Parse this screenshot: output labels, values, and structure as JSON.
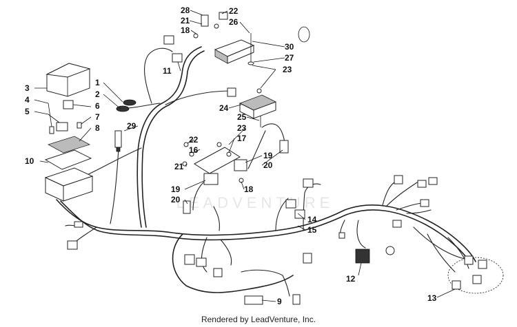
{
  "diagram": {
    "watermark": "LEADVENTURE",
    "footer": "Rendered by LeadVenture, Inc.",
    "callouts": [
      "1",
      "2",
      "3",
      "4",
      "5",
      "6",
      "7",
      "8",
      "9",
      "10",
      "11",
      "12",
      "13",
      "14",
      "15",
      "16",
      "17",
      "18",
      "18",
      "19",
      "19",
      "20",
      "20",
      "21",
      "21",
      "22",
      "22",
      "23",
      "23",
      "24",
      "25",
      "26",
      "27",
      "28",
      "29",
      "30"
    ]
  }
}
